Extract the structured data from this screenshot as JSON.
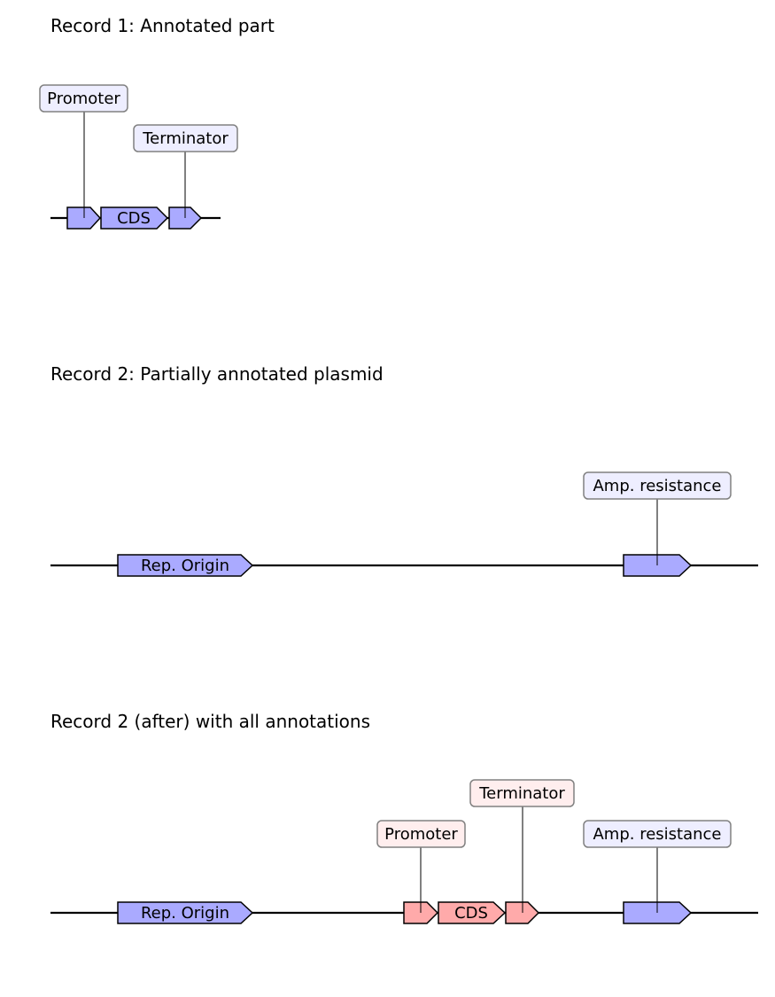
{
  "records": [
    {
      "title": "Record 1: Annotated part",
      "features": [
        {
          "kind": "promoter",
          "inner": "",
          "label": "Promoter",
          "color": "#aaaaff",
          "label_bg": "#eeeeff"
        },
        {
          "kind": "cds",
          "inner": "CDS",
          "label": "",
          "color": "#aaaaff",
          "label_bg": "#eeeeff"
        },
        {
          "kind": "terminator",
          "inner": "",
          "label": "Terminator",
          "color": "#aaaaff",
          "label_bg": "#eeeeff"
        }
      ]
    },
    {
      "title": "Record 2: Partially annotated plasmid",
      "features": [
        {
          "kind": "rep-origin",
          "inner": "Rep. Origin",
          "label": "",
          "color": "#aaaaff",
          "label_bg": "#eeeeff"
        },
        {
          "kind": "amp-resistance",
          "inner": "",
          "label": "Amp. resistance",
          "color": "#aaaaff",
          "label_bg": "#eeeeff"
        }
      ]
    },
    {
      "title": "Record 2 (after) with all annotations",
      "features": [
        {
          "kind": "rep-origin",
          "inner": "Rep. Origin",
          "label": "",
          "color": "#aaaaff",
          "label_bg": "#eeeeff"
        },
        {
          "kind": "promoter",
          "inner": "",
          "label": "Promoter",
          "color": "#ffaaaa",
          "label_bg": "#ffeeee"
        },
        {
          "kind": "cds",
          "inner": "CDS",
          "label": "",
          "color": "#ffaaaa",
          "label_bg": "#ffeeee"
        },
        {
          "kind": "terminator",
          "inner": "",
          "label": "Terminator",
          "color": "#ffaaaa",
          "label_bg": "#ffeeee"
        },
        {
          "kind": "amp-resistance",
          "inner": "",
          "label": "Amp. resistance",
          "color": "#aaaaff",
          "label_bg": "#eeeeff"
        }
      ]
    }
  ]
}
